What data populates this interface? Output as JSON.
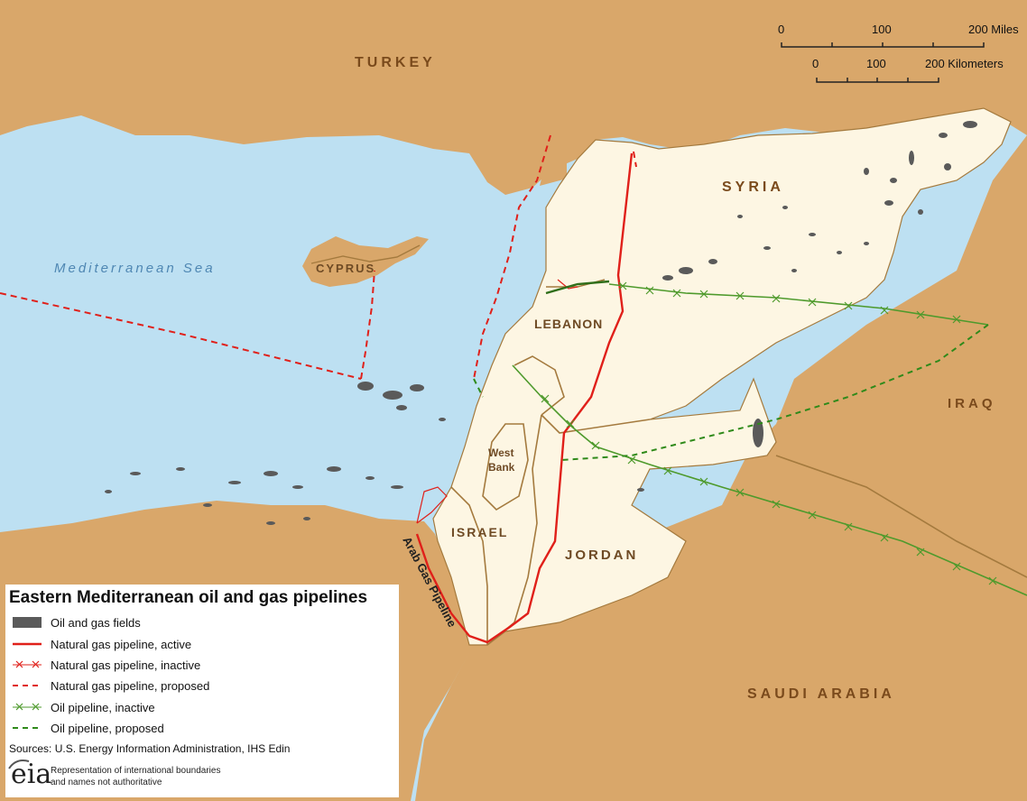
{
  "map": {
    "labels": {
      "turkey": "TURKEY",
      "syria": "SYRIA",
      "lebanon": "LEBANON",
      "cyprus": "CYPRUS",
      "west_bank_1": "West",
      "west_bank_2": "Bank",
      "israel": "ISRAEL",
      "jordan": "JORDAN",
      "iraq": "IRAQ",
      "saudi_arabia": "SAUDI ARABIA",
      "sea": "Mediterranean Sea",
      "arab_gas_pipeline": "Arab Gas Pipeline"
    },
    "scale": {
      "miles": [
        "0",
        "100",
        "200 Miles"
      ],
      "kilometers": [
        "0",
        "100",
        "200 Kilometers"
      ]
    },
    "colors": {
      "water": "#bde0f2",
      "land": "#d9a76a",
      "focus_land": "#fdf6e3",
      "border": "#a47a3e",
      "gas_active": "#e0201a",
      "oil": "#4e9a2c",
      "fields": "#5a5a5a"
    }
  },
  "legend": {
    "title": "Eastern Mediterranean oil and gas pipelines",
    "items": [
      {
        "label": "Oil and gas fields",
        "icon": "field-swatch-icon"
      },
      {
        "label": "Natural gas pipeline, active",
        "icon": "red-solid-line-icon"
      },
      {
        "label": "Natural gas pipeline, inactive",
        "icon": "red-cross-line-icon"
      },
      {
        "label": "Natural gas pipeline, proposed",
        "icon": "red-dashed-line-icon"
      },
      {
        "label": "Oil pipeline, inactive",
        "icon": "green-cross-line-icon"
      },
      {
        "label": "Oil pipeline, proposed",
        "icon": "green-dashed-line-icon"
      }
    ],
    "sources": "Sources: U.S. Energy Information Administration, IHS Edin",
    "logo": "eia",
    "disclaimer_1": "Representation of international boundaries",
    "disclaimer_2": "and names not authoritative"
  }
}
